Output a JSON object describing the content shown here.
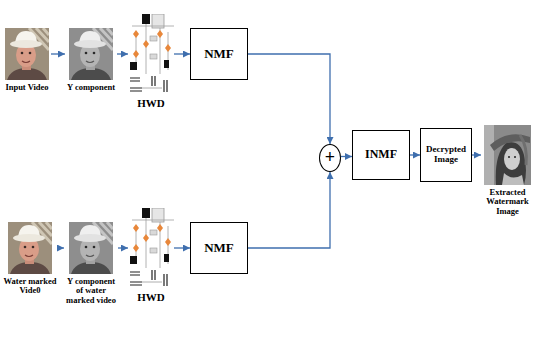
{
  "diagram": {
    "nodes": [
      {
        "text": [
          "Input Video"
        ]
      },
      {
        "text": [
          "Y component"
        ]
      },
      {
        "text": [
          "HWD"
        ]
      },
      {
        "text": [
          "NMF"
        ]
      },
      {
        "text": [
          "Water marked Vide0"
        ]
      },
      {
        "text": [
          "Y component of water marked video"
        ]
      },
      {
        "text": [
          "HWD"
        ]
      },
      {
        "text": [
          "NMF"
        ]
      },
      {
        "text": [
          "+"
        ]
      },
      {
        "text": [
          "INMF"
        ]
      },
      {
        "text": [
          "Decrypted Image"
        ]
      },
      {
        "text": [
          "Extracted Watermark Image"
        ]
      }
    ],
    "edges": [
      {
        "from": 0,
        "to": 1,
        "arrow": "to"
      },
      {
        "from": 1,
        "to": 2,
        "arrow": "to"
      },
      {
        "from": 2,
        "to": 3,
        "arrow": "to"
      },
      {
        "from": 3,
        "to": 8,
        "arrow": "to"
      },
      {
        "from": 4,
        "to": 5,
        "arrow": "to"
      },
      {
        "from": 5,
        "to": 6,
        "arrow": "to"
      },
      {
        "from": 6,
        "to": 7,
        "arrow": "to"
      },
      {
        "from": 7,
        "to": 8,
        "arrow": "to"
      },
      {
        "from": 8,
        "to": 9,
        "arrow": "to"
      },
      {
        "from": 9,
        "to": 10,
        "arrow": "to"
      },
      {
        "from": 10,
        "to": 11,
        "arrow": "to"
      }
    ]
  }
}
